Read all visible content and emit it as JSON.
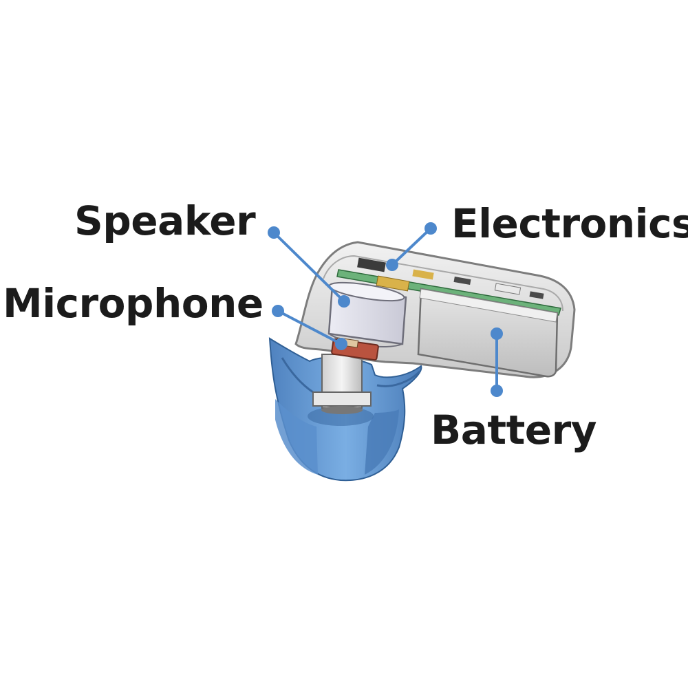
{
  "labels": {
    "speaker": "Speaker",
    "microphone": "Microphone",
    "electronics": "Electronics",
    "battery": "Battery"
  },
  "colors": {
    "callout": "#4d88cc",
    "eartip": "#6fa0d6",
    "eartip_dark": "#3f6fa8",
    "shell": "#dcdcdc",
    "shell_edge": "#8a8a8a",
    "pcb": "#5aa86a",
    "text": "#1b1b1b"
  }
}
